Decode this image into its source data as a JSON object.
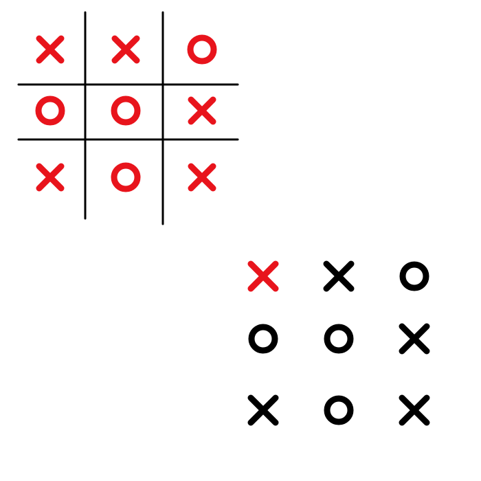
{
  "colors": {
    "background": "#ffffff",
    "grid": "#000000",
    "accent": "#e8141c",
    "dark": "#000000"
  },
  "board": {
    "name": "tic-tac-toe-board",
    "cells": [
      [
        "X",
        "X",
        "O"
      ],
      [
        "O",
        "O",
        "X"
      ],
      [
        "X",
        "O",
        "X"
      ]
    ],
    "mark_colors": [
      [
        "accent",
        "accent",
        "accent"
      ],
      [
        "accent",
        "accent",
        "accent"
      ],
      [
        "accent",
        "accent",
        "accent"
      ]
    ]
  },
  "marks_grid": {
    "name": "tic-tac-toe-marks-without-grid",
    "cells": [
      [
        "X",
        "X",
        "O"
      ],
      [
        "O",
        "O",
        "X"
      ],
      [
        "X",
        "O",
        "X"
      ]
    ],
    "mark_colors": [
      [
        "accent",
        "dark",
        "dark"
      ],
      [
        "dark",
        "dark",
        "dark"
      ],
      [
        "dark",
        "dark",
        "dark"
      ]
    ]
  }
}
